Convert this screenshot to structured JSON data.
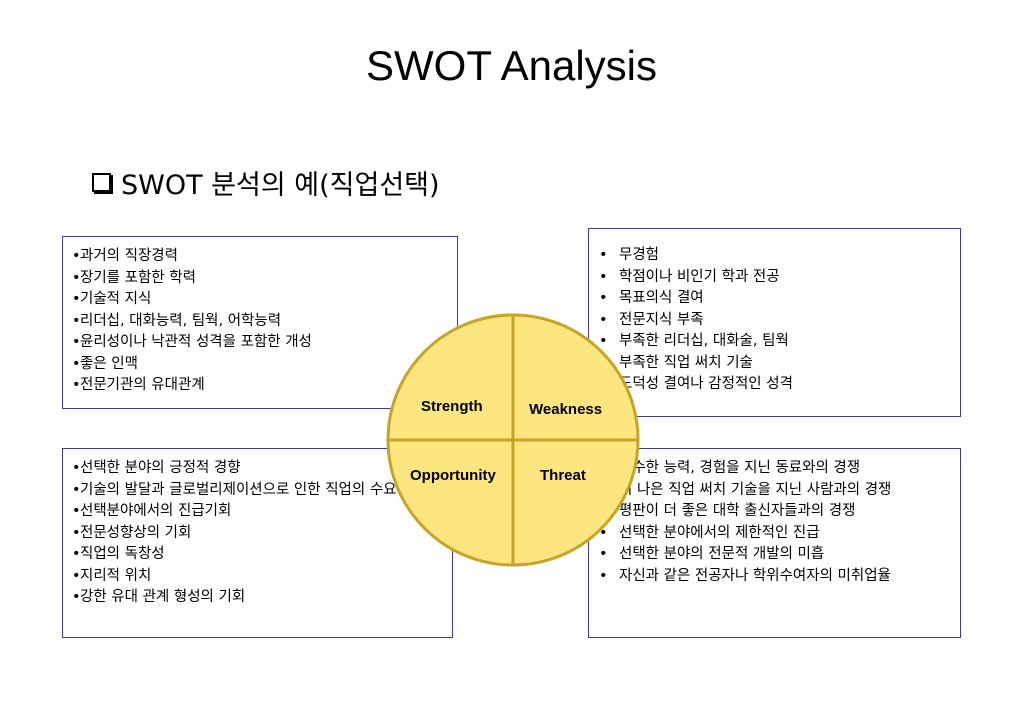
{
  "title": "SWOT Analysis",
  "subtitle": "SWOT 분석의 예(직업선택)",
  "colors": {
    "circle_fill": "#fde57f",
    "circle_stroke": "#c7a427",
    "box_border": "#3a3aa0"
  },
  "quadrants": {
    "strength": "Strength",
    "weakness": "Weakness",
    "opportunity": "Opportunity",
    "threat": "Threat"
  },
  "strengths": [
    "과거의 직장경력",
    "장기를 포함한 학력",
    "기술적 지식",
    "리더십, 대화능력, 팀웍, 어학능력",
    "윤리성이나 낙관적 성격을 포함한 개성",
    "좋은 인맥",
    "전문기관의 유대관계"
  ],
  "weaknesses": [
    "무경험",
    "학점이나 비인기 학과 전공",
    "목표의식 결여",
    "전문지식 부족",
    "부족한 리더십, 대화술, 팀웍",
    "부족한 직업 써치 기술",
    "도덕성 결여나 감정적인 성격"
  ],
  "opportunities": [
    "선택한 분야의 긍정적 경향",
    "기술의 발달과 글로벌리제이션으로 인한 직업의 수요 증가",
    "선택분야에서의 진급기회",
    "전문성향상의 기회",
    "직업의 독창성",
    "지리적 위치",
    "강한 유대 관계 형성의 기회"
  ],
  "threats": [
    "우수한 능력, 경험을 지닌 동료와의 경쟁",
    "더 나은 직업 써치 기술을 지닌 사람과의 경쟁",
    "평판이 더 좋은 대학 출신자들과의 경쟁",
    "선택한 분야에서의 제한적인 진급",
    "선택한 분야의 전문적 개발의 미흡",
    "자신과 같은 전공자나 학위수여자의 미취업율"
  ]
}
